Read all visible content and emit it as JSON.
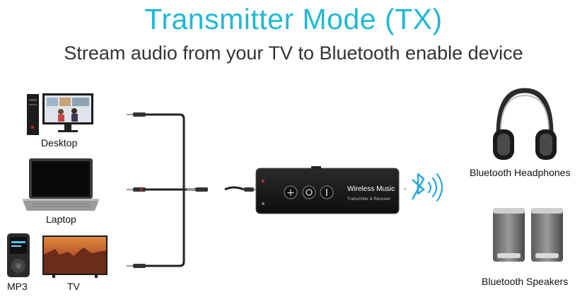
{
  "header": {
    "title": "Transmitter Mode (TX)",
    "subtitle": "Stream audio from your TV to Bluetooth enable device"
  },
  "sources": [
    {
      "label": "Desktop",
      "icon": "desktop-computer-icon"
    },
    {
      "label": "Laptop",
      "icon": "laptop-icon"
    },
    {
      "label": "MP3",
      "icon": "mp3-player-icon"
    },
    {
      "label": "TV",
      "icon": "tv-icon"
    }
  ],
  "device": {
    "brand_line1": "Wireless Music",
    "brand_line2": "Transmitter & Receiver"
  },
  "outputs": [
    {
      "label": "Bluetooth Headphones",
      "icon": "headphones-icon"
    },
    {
      "label": "Bluetooth Speakers",
      "icon": "speakers-icon"
    }
  ],
  "colors": {
    "title": "#21b8d6",
    "bluetooth": "#2aa8de",
    "cable": "#222222",
    "device": "#1b1b1b"
  }
}
